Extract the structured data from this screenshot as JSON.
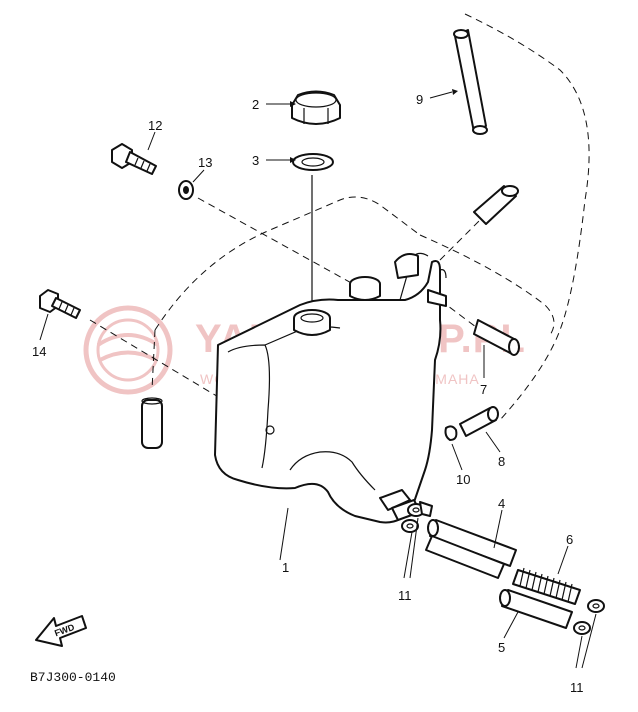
{
  "diagram": {
    "code": "B7J300-0140",
    "fwd_label": "FWD",
    "callouts": [
      {
        "id": "c1",
        "text": "1"
      },
      {
        "id": "c2",
        "text": "2"
      },
      {
        "id": "c3",
        "text": "3"
      },
      {
        "id": "c4",
        "text": "4"
      },
      {
        "id": "c5",
        "text": "5"
      },
      {
        "id": "c6",
        "text": "6"
      },
      {
        "id": "c7",
        "text": "7"
      },
      {
        "id": "c8",
        "text": "8"
      },
      {
        "id": "c9",
        "text": "9"
      },
      {
        "id": "c10",
        "text": "10"
      },
      {
        "id": "c11a",
        "text": "11"
      },
      {
        "id": "c11b",
        "text": "11"
      },
      {
        "id": "c12",
        "text": "12"
      },
      {
        "id": "c13",
        "text": "13"
      },
      {
        "id": "c14",
        "text": "14"
      }
    ]
  },
  "watermark": {
    "title": "YAMA-SKLEP.PL",
    "subtitle": "WOJCIECHOWICZ I DEALER YAMAHA",
    "color": "#f0c4c4"
  }
}
